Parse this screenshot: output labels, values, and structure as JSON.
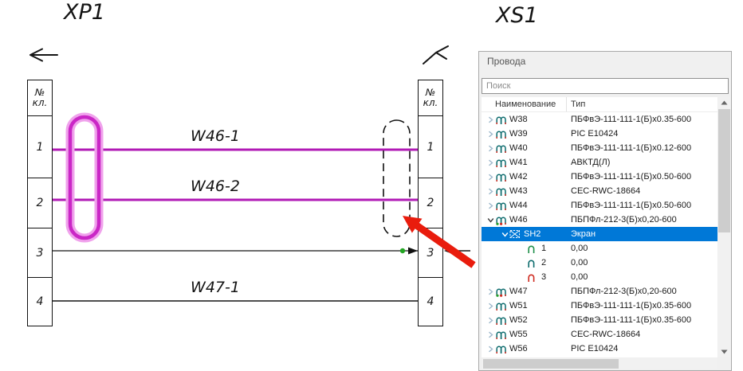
{
  "schematic": {
    "left_connector": {
      "title": "XP1",
      "header_line1": "№",
      "header_line2": "кл.",
      "pins": [
        "1",
        "2",
        "3",
        "4"
      ]
    },
    "right_connector": {
      "title": "XS1",
      "header_line1": "№",
      "header_line2": "кл.",
      "pins": [
        "1",
        "2",
        "3",
        "4"
      ]
    },
    "wire_labels": {
      "w46_1": "W46-1",
      "w46_2": "W46-2",
      "w47_1": "W47-1"
    },
    "colors": {
      "wire": "#b11ab5",
      "shield_outer": "#f0a2ec",
      "shield_inner": "#ca27c6",
      "arrow": "#e91c0d",
      "green_marker": "#23a623",
      "line": "#141414"
    }
  },
  "panel": {
    "title": "Провода",
    "search_placeholder": "Поиск",
    "columns": {
      "name": "Наименование",
      "type": "Тип"
    },
    "icon_colors": {
      "teal": "#0c6b6d",
      "red": "#cf2b20",
      "green": "#21a12d"
    },
    "rows": [
      {
        "name": "W38",
        "type": "ПБФвЭ-111-111-1(Б)х0.35-600",
        "level": 0,
        "expander": "collapsed",
        "icon": "wire-pair"
      },
      {
        "name": "W39",
        "type": "PIC E10424",
        "level": 0,
        "expander": "collapsed",
        "icon": "wire-pair"
      },
      {
        "name": "W40",
        "type": "ПБФвЭ-111-111-1(Б)х0.12-600",
        "level": 0,
        "expander": "collapsed",
        "icon": "wire-pair"
      },
      {
        "name": "W41",
        "type": "АВКТД(Л)",
        "level": 0,
        "expander": "collapsed",
        "icon": "wire-pair"
      },
      {
        "name": "W42",
        "type": "ПБФвЭ-111-111-1(Б)х0.50-600",
        "level": 0,
        "expander": "collapsed",
        "icon": "wire-pair"
      },
      {
        "name": "W43",
        "type": "CEC-RWC-18664",
        "level": 0,
        "expander": "collapsed",
        "icon": "wire-pair"
      },
      {
        "name": "W44",
        "type": "ПБФвЭ-111-111-1(Б)х0.50-600",
        "level": 0,
        "expander": "collapsed",
        "icon": "wire-pair"
      },
      {
        "name": "W46",
        "type": "ПБПФл-212-3(Б)х0,20-600",
        "level": 0,
        "expander": "expanded",
        "icon": "wire-pair-marked"
      },
      {
        "name": "SH2",
        "type": "Экран",
        "level": 1,
        "expander": "expanded",
        "icon": "shield-box",
        "selected": true
      },
      {
        "name": "1",
        "type": "0,00",
        "level": 2,
        "expander": "none",
        "icon": "wire-single",
        "icon_color": "#1d8f48"
      },
      {
        "name": "2",
        "type": "0,00",
        "level": 2,
        "expander": "none",
        "icon": "wire-single",
        "icon_color": "#0c6b6d"
      },
      {
        "name": "3",
        "type": "0,00",
        "level": 2,
        "expander": "none",
        "icon": "wire-single",
        "icon_color": "#cf2b20"
      },
      {
        "name": "W47",
        "type": "ПБПФл-212-3(Б)х0,20-600",
        "level": 0,
        "expander": "collapsed",
        "icon": "wire-pair-marked"
      },
      {
        "name": "W51",
        "type": "ПБФвЭ-111-111-1(Б)х0.35-600",
        "level": 0,
        "expander": "collapsed",
        "icon": "wire-pair"
      },
      {
        "name": "W52",
        "type": "ПБФвЭ-111-111-1(Б)х0.35-600",
        "level": 0,
        "expander": "collapsed",
        "icon": "wire-pair"
      },
      {
        "name": "W55",
        "type": "CEC-RWC-18664",
        "level": 0,
        "expander": "collapsed",
        "icon": "wire-pair"
      },
      {
        "name": "W56",
        "type": "PIC E10424",
        "level": 0,
        "expander": "collapsed",
        "icon": "wire-pair"
      }
    ]
  }
}
